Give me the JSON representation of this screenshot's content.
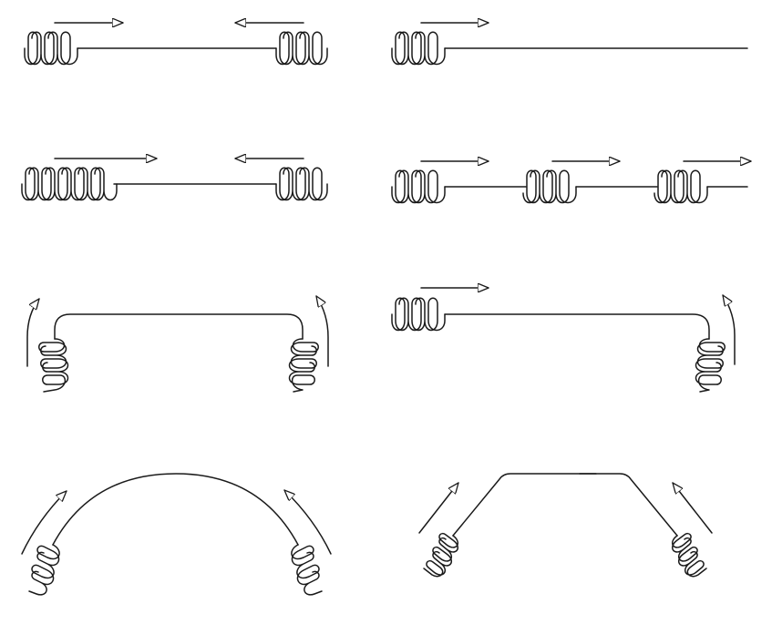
{
  "colors": {
    "stroke": "#1a1a1a",
    "background": "#ffffff",
    "arrowhead_fill": "#ffffff"
  },
  "panels": [
    {
      "id": "straight-coils-both-ends",
      "shape": "straight",
      "coils": [
        "left",
        "right"
      ],
      "arrows": [
        "right",
        "left"
      ]
    },
    {
      "id": "straight-coil-left-end",
      "shape": "straight",
      "coils": [
        "left"
      ],
      "arrows": [
        "right"
      ]
    },
    {
      "id": "straight-long-coil-left",
      "shape": "straight",
      "coils": [
        "left-long",
        "right"
      ],
      "arrows": [
        "right",
        "left"
      ]
    },
    {
      "id": "straight-repeated-coils",
      "shape": "straight",
      "coils": [
        "left",
        "middle",
        "right"
      ],
      "arrows": [
        "right",
        "right",
        "right"
      ]
    },
    {
      "id": "bent-coils-both-ends",
      "shape": "bent-down-both",
      "coils": [
        "left",
        "right"
      ],
      "arrows": [
        "up",
        "up"
      ]
    },
    {
      "id": "bent-coil-right-end",
      "shape": "bent-down-right",
      "coils": [
        "left",
        "right"
      ],
      "arrows": [
        "right",
        "up"
      ]
    },
    {
      "id": "arched-coils-both-ends",
      "shape": "arch",
      "coils": [
        "left",
        "right"
      ],
      "arrows": [
        "up",
        "up"
      ]
    },
    {
      "id": "trapezoid-coils-both-ends",
      "shape": "trapezoid",
      "coils": [
        "left",
        "right"
      ],
      "arrows": [
        "up",
        "up"
      ]
    }
  ]
}
